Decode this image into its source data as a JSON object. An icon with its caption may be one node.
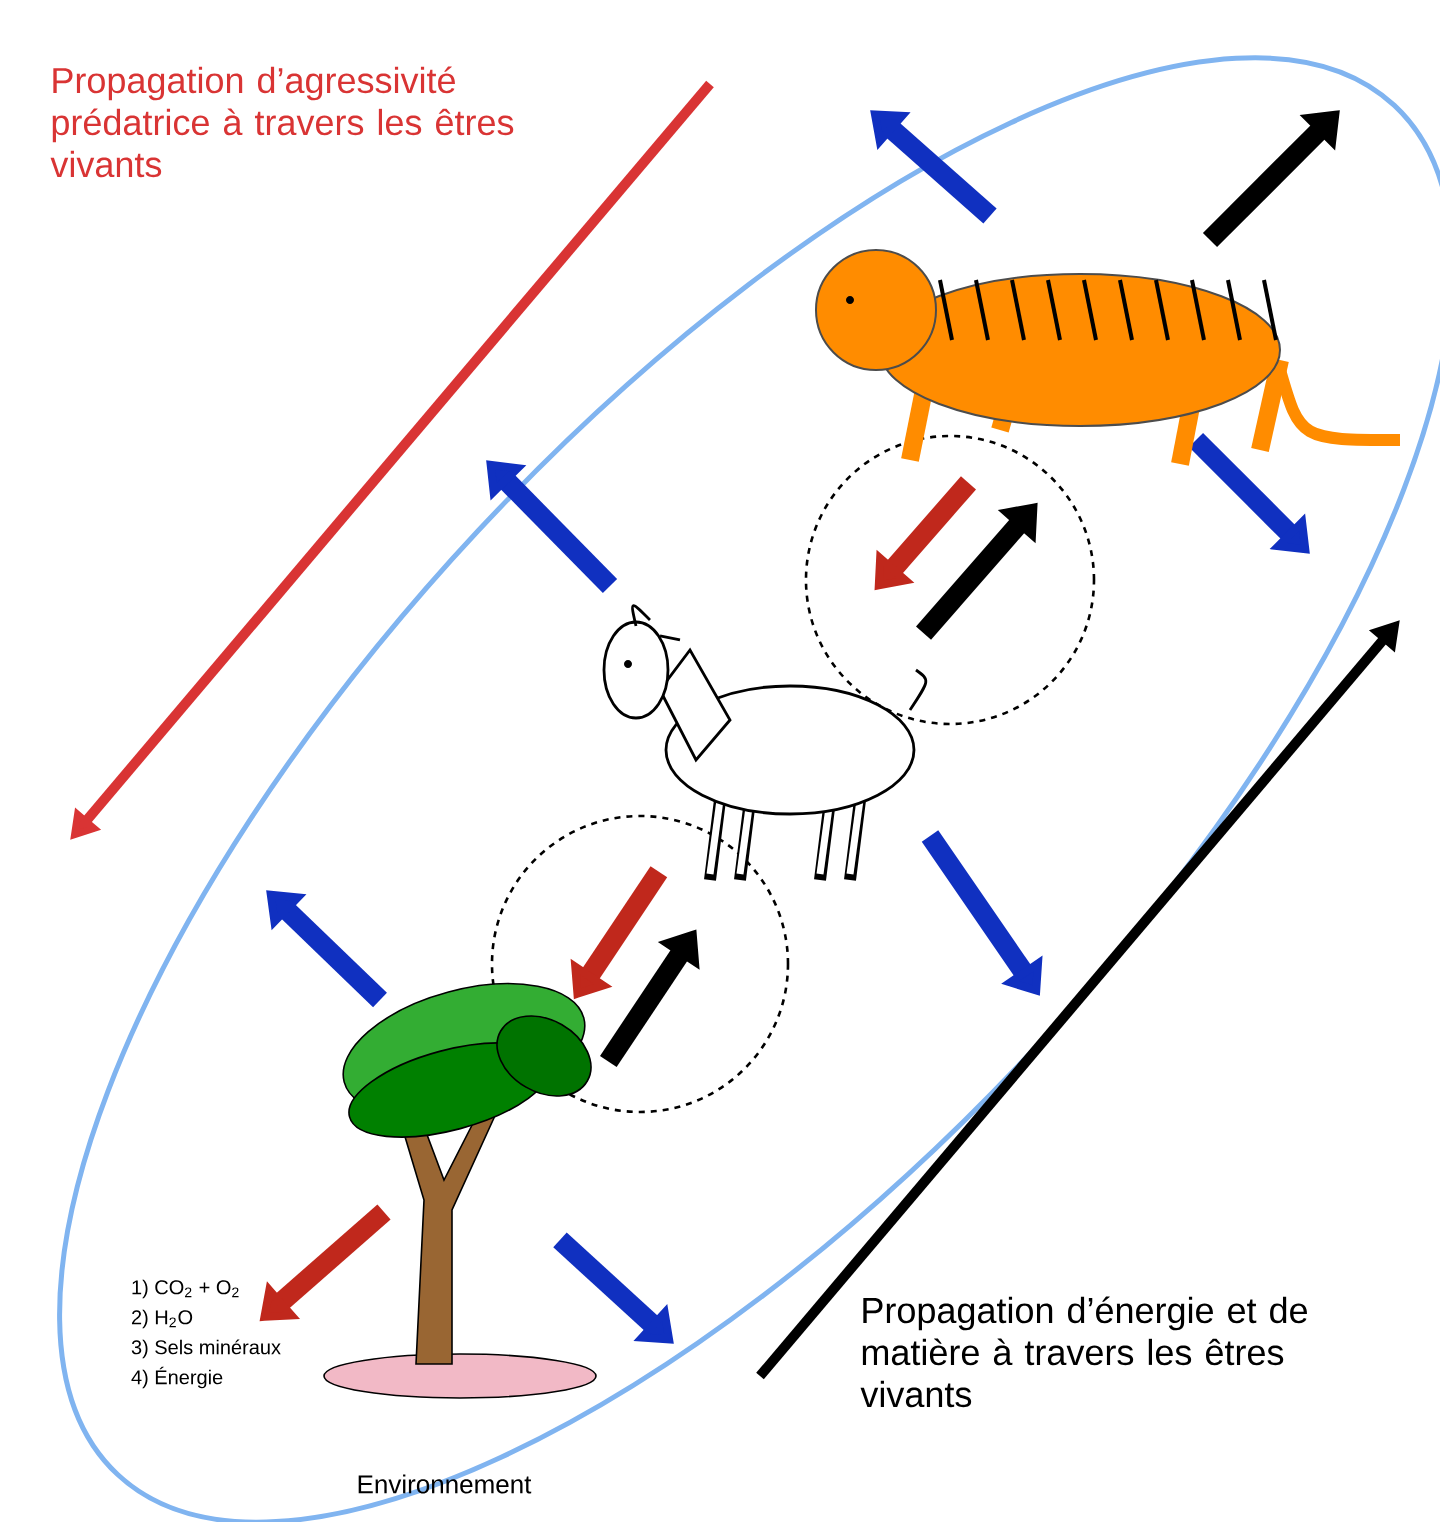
{
  "diagram": {
    "nodes": [
      {
        "text": [],
        "shape": "picture"
      },
      {
        "text": [],
        "shape": "picture"
      },
      {
        "text": [],
        "shape": "picture"
      },
      {
        "text": [
          "1) CO$_{2}$ + O$_{2}$",
          "2) H$_{2}$O",
          "3) Sels minéraux",
          "4) Énergie"
        ]
      }
    ],
    "edges": [
      {
        "from": 1,
        "to": 0,
        "arrow": "to"
      },
      {
        "from": 0,
        "to": 1,
        "arrow": "to",
        "color": "#000000"
      },
      {
        "from": 2,
        "to": 1,
        "arrow": "to"
      },
      {
        "from": 1,
        "to": 2,
        "arrow": "to",
        "color": "#000000"
      },
      {
        "from": 0,
        "to": 3,
        "arrow": "to"
      }
    ],
    "labels": [
      "Propagation  d’agressivité prédatrice à travers les êtres vivants",
      "Propagation  d’énergie et de matière à travers les êtres vivants",
      "Environnement"
    ]
  }
}
